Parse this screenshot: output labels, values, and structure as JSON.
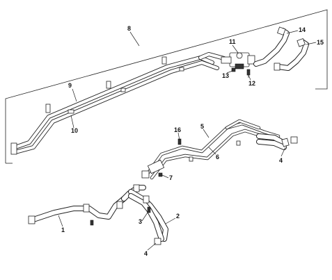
{
  "diagram": {
    "callouts": {
      "c1": "1",
      "c2": "2",
      "c3": "3",
      "c4a": "4",
      "c4b": "4",
      "c5": "5",
      "c6": "6",
      "c7": "7",
      "c8": "8",
      "c9": "9",
      "c10": "10",
      "c11": "11",
      "c12": "12",
      "c13": "13",
      "c14": "14",
      "c15": "15",
      "c16": "16"
    }
  }
}
